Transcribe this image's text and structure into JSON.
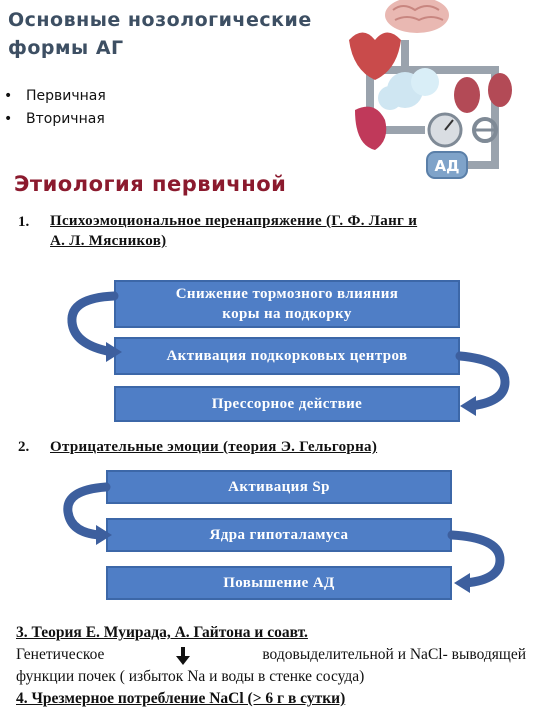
{
  "header": {
    "title_line1": "Основные нозологические",
    "title_line2": "формы АГ"
  },
  "forms": [
    "Первичная",
    "Вторичная"
  ],
  "illustration": {
    "label": "АД"
  },
  "etiology_heading": "Этиология первичной",
  "theory1": {
    "num": "1.",
    "line1": "Психоэмоциональное перенапряжение (Г. Ф. Ланг и",
    "line2": "А. Л. Мясников)",
    "steps": [
      "Снижение тормозного влияния коры на подкорку",
      "Активация подкорковых центров",
      "Прессорное действие"
    ]
  },
  "theory2": {
    "num": "2.",
    "text": "Отрицательные эмоции (теория Э. Гельгорна)",
    "steps": [
      "Активация Sp",
      "Ядра гипоталамуса",
      "Повышение АД"
    ]
  },
  "theory3": {
    "title": "3. Теория Е. Муирада, А. Гайтона и соавт.",
    "line1_a": "Генетическое",
    "line1_b": "водовыделительной и NaCl- выводящей",
    "line2": "функции почек ( избыток Na и воды в стенке сосуда)"
  },
  "theory4": {
    "text": "4. Чрезмерное потребление NaCl (> 6 г в сутки)"
  },
  "colors": {
    "box": "#4f7ec6",
    "heading": "#8b1a2e",
    "title": "#3d4f63"
  }
}
